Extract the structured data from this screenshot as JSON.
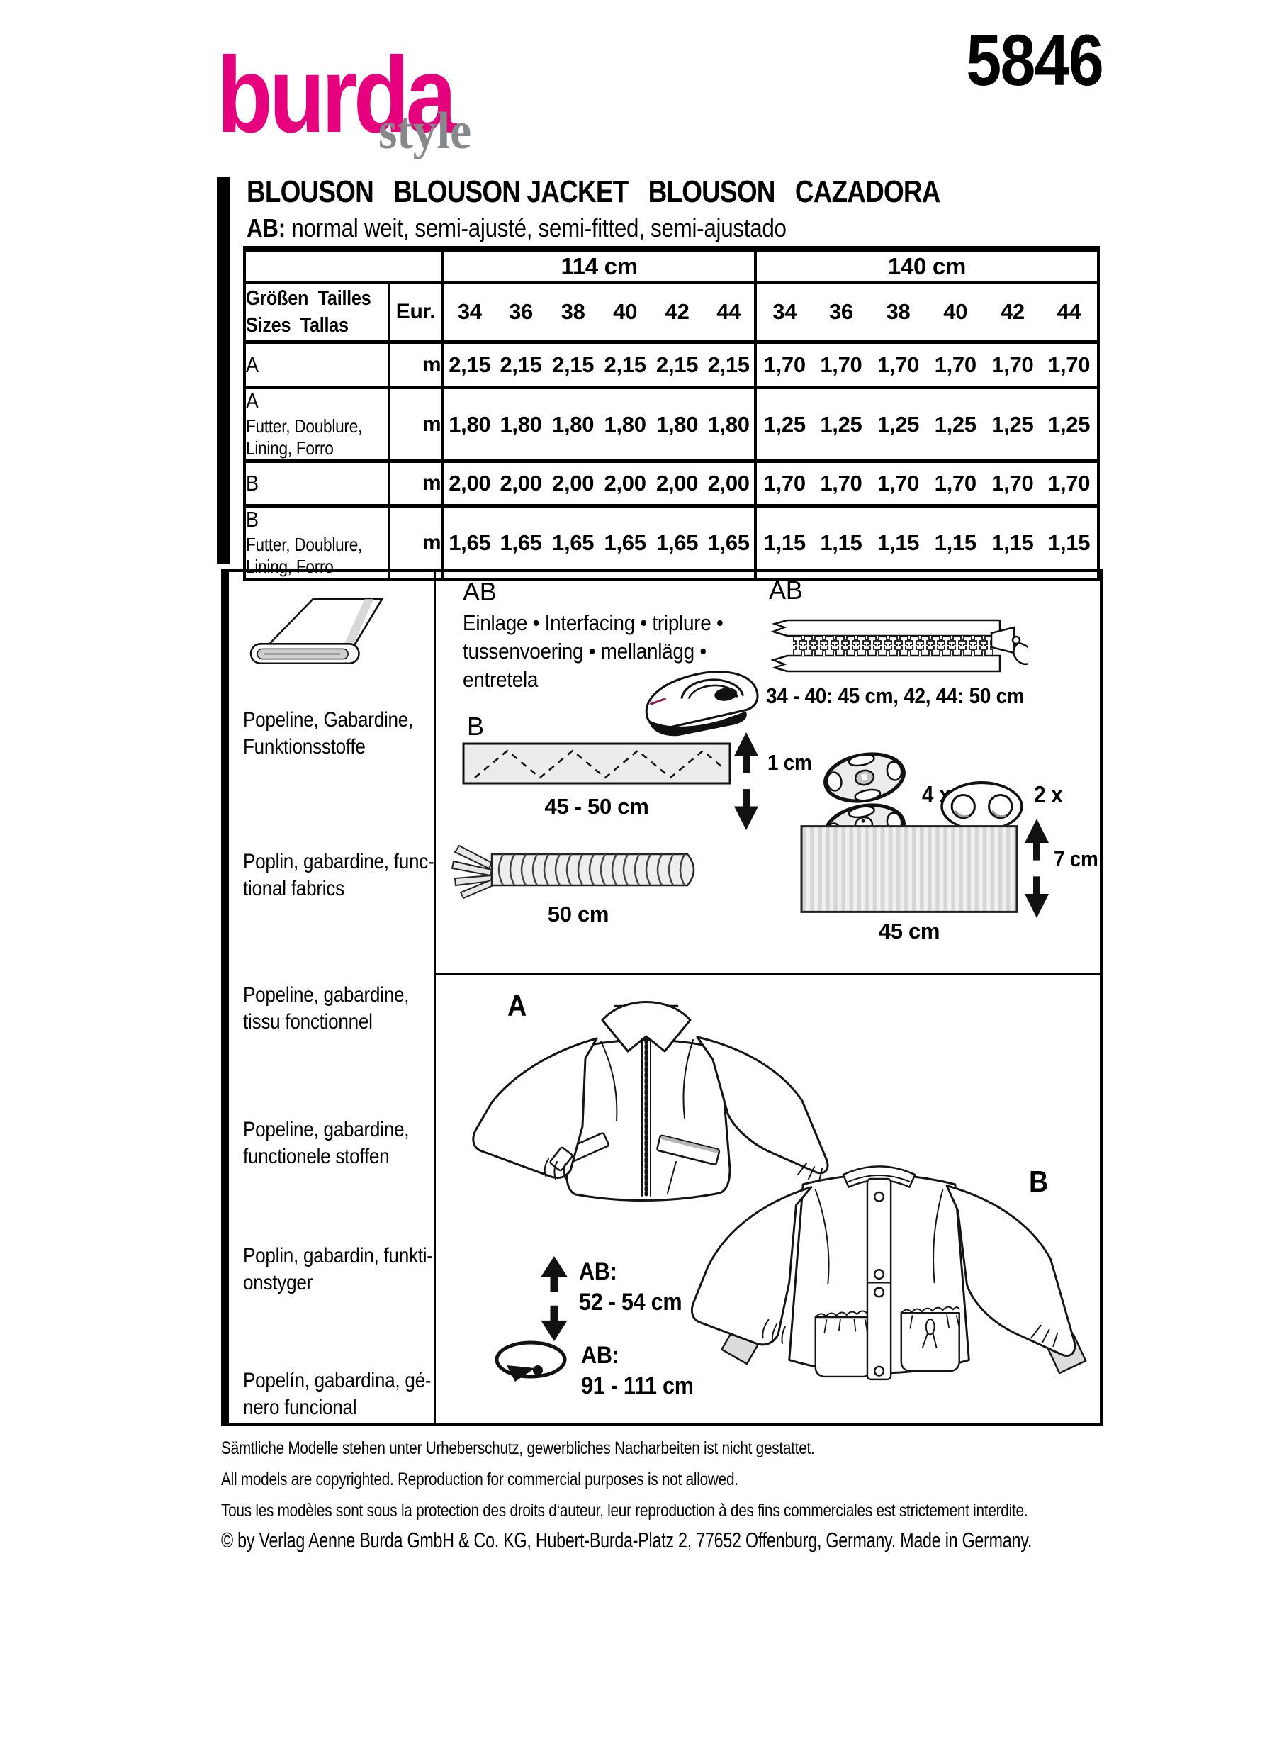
{
  "header": {
    "brand": "burda",
    "brand_sub": "style",
    "pattern_number": "5846",
    "title": "BLOUSON   BLOUSON JACKET   BLOUSON   CAZADORA",
    "fit_label": "AB:",
    "fit_text": " normal weit, semi-ajusté, semi-fitted, semi-ajustado"
  },
  "table": {
    "group1": "114 cm",
    "group2": "140 cm",
    "size_label": "Größen  Tailles\nSizes  Tallas",
    "eur": "Eur.",
    "sizes": [
      "34",
      "36",
      "38",
      "40",
      "42",
      "44"
    ],
    "rows": [
      {
        "label": "A",
        "sublabel": "",
        "unit": "m",
        "values": [
          "2,15",
          "2,15",
          "2,15",
          "2,15",
          "2,15",
          "2,15",
          "1,70",
          "1,70",
          "1,70",
          "1,70",
          "1,70",
          "1,70"
        ]
      },
      {
        "label": "A",
        "sublabel": "Futter, Doublure,\nLining, Forro",
        "unit": "m",
        "values": [
          "1,80",
          "1,80",
          "1,80",
          "1,80",
          "1,80",
          "1,80",
          "1,25",
          "1,25",
          "1,25",
          "1,25",
          "1,25",
          "1,25"
        ]
      },
      {
        "label": "B",
        "sublabel": "",
        "unit": "m",
        "values": [
          "2,00",
          "2,00",
          "2,00",
          "2,00",
          "2,00",
          "2,00",
          "1,70",
          "1,70",
          "1,70",
          "1,70",
          "1,70",
          "1,70"
        ]
      },
      {
        "label": "B",
        "sublabel": "Futter, Doublure,\nLining, Forro",
        "unit": "m",
        "values": [
          "1,65",
          "1,65",
          "1,65",
          "1,65",
          "1,65",
          "1,65",
          "1,15",
          "1,15",
          "1,15",
          "1,15",
          "1,15",
          "1,15"
        ]
      }
    ]
  },
  "fabrics": [
    "Popeline, Gabardine,\nFunktionsstoffe",
    "Poplin, gabardine, func-\ntional fabrics",
    "Popeline, gabardine,\ntissu fonctionnel",
    "Popeline, gabardine,\nfunctionele stoffen",
    "Poplin, gabardin, funkti-\nonstyger",
    "Popelín, gabardina, gé-\nnero funcional"
  ],
  "notions": {
    "ab_interfacing": "AB",
    "interfacing_text": "Einlage • Interfacing • triplure •\ntussenvoering • mellanlägg •\nentretela",
    "ab_zipper": "AB",
    "zipper_length": "34 - 40: 45 cm, 42, 44: 50 cm",
    "b_tape": "B",
    "tape_width": "1 cm",
    "tape_length": "45 - 50 cm",
    "snaps_count": "4 x",
    "stoppers_count": "2 x",
    "cord_length": "50 cm",
    "ribbing_width": "7 cm",
    "ribbing_length": "45 cm"
  },
  "garments": {
    "view_a": "A",
    "view_b": "B",
    "length_label": "AB:",
    "length_value": "52 - 54 cm",
    "girth_label": "AB:",
    "girth_value": "91 - 111 cm"
  },
  "footer": {
    "line_de": "Sämtliche Modelle stehen unter Urheberschutz, gewerbliches Nacharbeiten ist nicht gestattet.",
    "line_en": "All models are copyrighted. Reproduction for commercial purposes is not allowed.",
    "line_fr": "Tous les modèles sont sous la protection des droits d‘auteur, leur reproduction à des fins commerciales est strictement interdite.",
    "line_copyright": "© by Verlag Aenne Burda GmbH & Co. KG, Hubert-Burda-Platz 2, 77652 Offenburg, Germany. Made in Germany."
  },
  "colors": {
    "brand_pink": "#e6007e",
    "brand_gray": "#87888a"
  }
}
